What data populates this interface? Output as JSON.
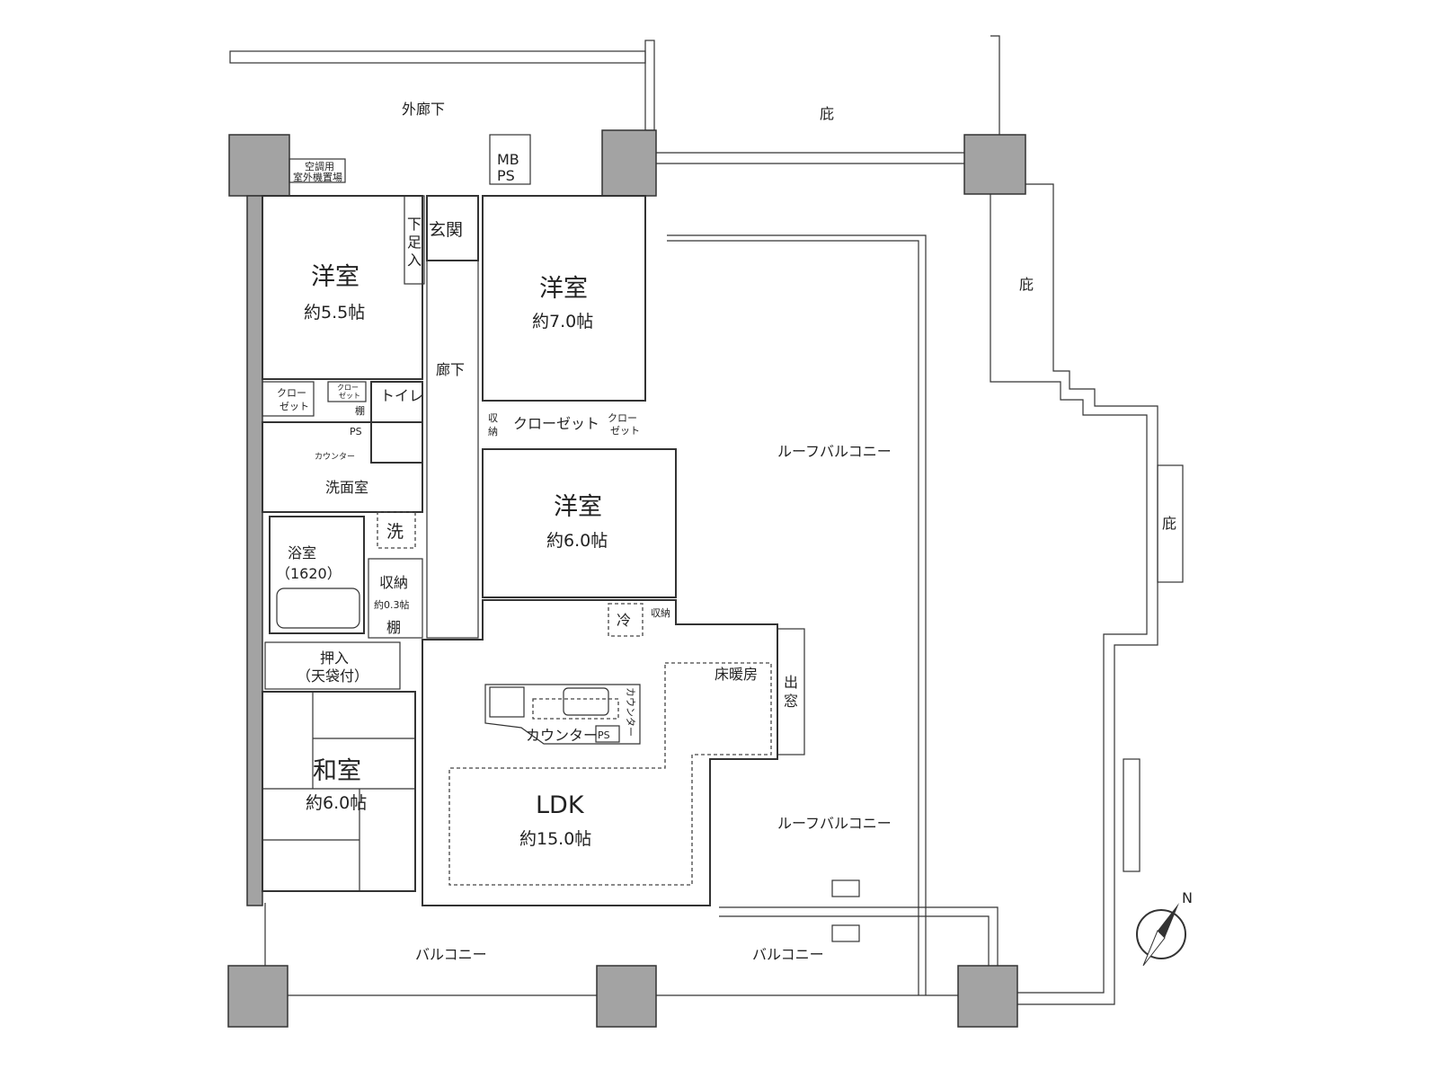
{
  "colors": {
    "western_room": "#fbf8e6",
    "closet": "#dcd3b8",
    "wet_area": "#e3eef9",
    "tatami": "#e3ecd2",
    "ldk": "#fbefdc",
    "column": "#a3a3a3",
    "wall": "#333333"
  },
  "outside": {
    "outer_corridor": "外廊下",
    "eaves": [
      "庇",
      "庇",
      "庇"
    ],
    "roof_balcony": [
      "ルーフバルコニー",
      "ルーフバルコニー"
    ],
    "balcony": [
      "バルコニー",
      "バルコニー"
    ],
    "ac_unit_area": [
      "空調用",
      "室外機置場"
    ],
    "compass_north": "N"
  },
  "rooms": {
    "western1": {
      "name": "洋室",
      "size": "約5.5帖"
    },
    "western2": {
      "name": "洋室",
      "size": "約7.0帖"
    },
    "western3": {
      "name": "洋室",
      "size": "約6.0帖"
    },
    "japanese": {
      "name": "和室",
      "size": "約6.0帖"
    },
    "ldk": {
      "name": "LDK",
      "size": "約15.0帖"
    },
    "entrance": "玄関",
    "shoe_storage": [
      "下",
      "足",
      "入"
    ],
    "hallway": "廊下",
    "toilet": "トイレ",
    "washroom": "洗面室",
    "washer": "洗",
    "bathroom": {
      "name": "浴室",
      "size": "（1620）"
    },
    "storage": {
      "name": "収納",
      "size": "約0.3帖",
      "shelf": "棚"
    },
    "oshiire": {
      "name": "押入",
      "note": "（天袋付）"
    },
    "mb_ps": [
      "MB",
      "PS"
    ]
  },
  "fixtures": {
    "closet_labels": [
      "クロー",
      "ゼット"
    ],
    "closet_small": [
      "クロー",
      "ゼット"
    ],
    "closet_wide": "クローゼット",
    "closet_right": [
      "クロー",
      "ゼット"
    ],
    "storage_small": [
      "収",
      "納"
    ],
    "shelf": "棚",
    "ps": "PS",
    "counter": "カウンター",
    "kitchen_counter": "カウンター",
    "kitchen_counter_vertical": "カウンター",
    "kitchen_ps": "PS",
    "fridge": "冷",
    "ldk_storage": "収納",
    "floor_heating": "床暖房",
    "bay_window": [
      "出",
      "窓"
    ]
  }
}
